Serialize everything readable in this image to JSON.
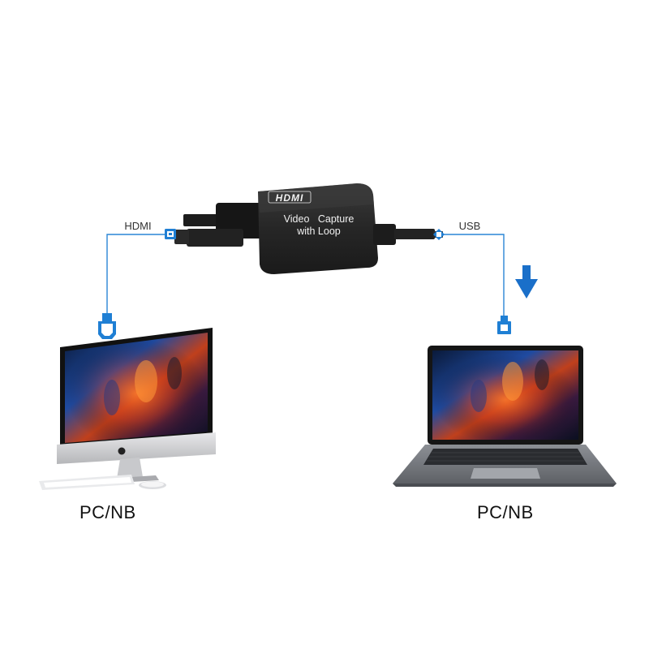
{
  "capture_device": {
    "brand": "HDMI",
    "label_line1": "Video   Capture",
    "label_line2": "with Loop"
  },
  "connections": {
    "left_label": "HDMI",
    "right_label": "USB"
  },
  "devices": {
    "left_caption": "PC/NB",
    "right_caption": "PC/NB"
  },
  "colors": {
    "cable_blue": "#1f7fd4",
    "arrow_blue": "#1a6fc9",
    "device_body": "#2b2b2b"
  },
  "icons": {
    "direction_arrow": "arrow-down-icon"
  }
}
